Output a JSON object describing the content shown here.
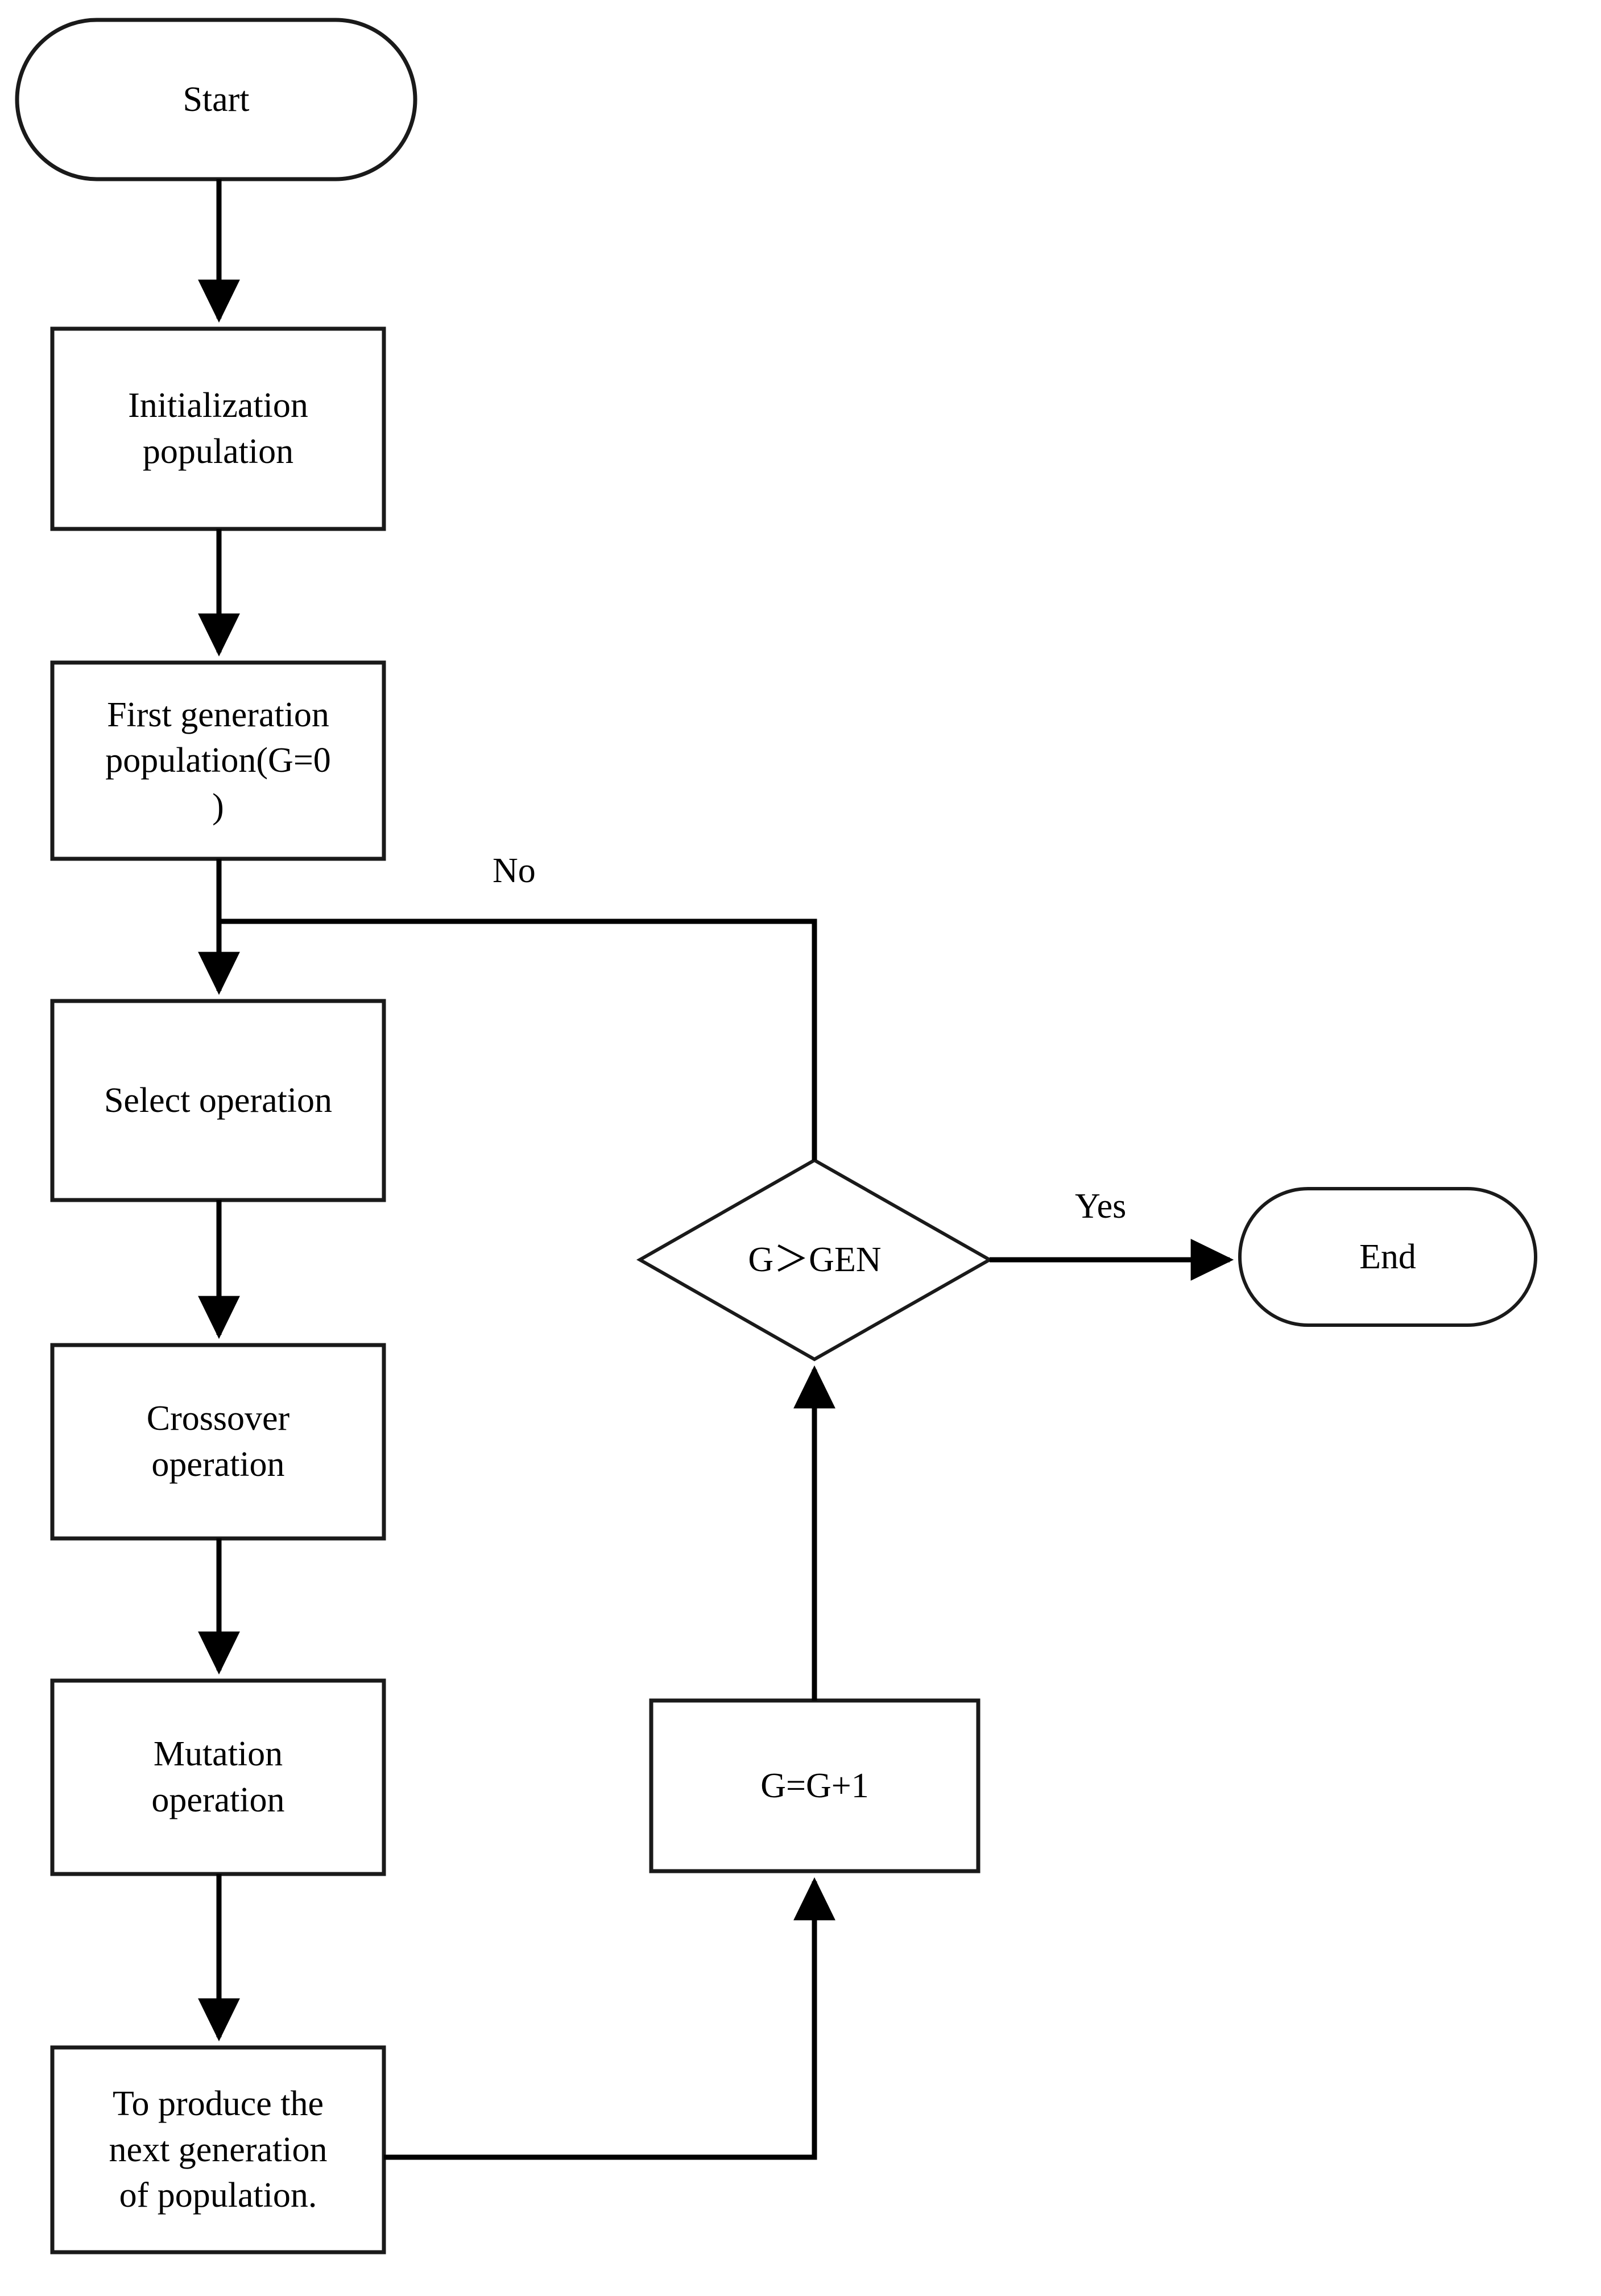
{
  "diagram": {
    "title": "Genetic algorithm flowchart",
    "type": "flowchart",
    "stroke_color": "#1a1a1a",
    "fill_color": "#ffffff",
    "text_color": "#000000",
    "nodes": {
      "start": {
        "label": "Start",
        "shape": "terminator"
      },
      "initialization": {
        "label": "Initialization\npopulation",
        "shape": "process"
      },
      "first_generation": {
        "label": "First generation\npopulation(G=0\n)",
        "shape": "process"
      },
      "select": {
        "label": "Select operation",
        "shape": "process"
      },
      "crossover": {
        "label": "Crossover\noperation",
        "shape": "process"
      },
      "mutation": {
        "label": "Mutation\noperation",
        "shape": "process"
      },
      "produce": {
        "label": "To produce the\nnext generation\nof population.",
        "shape": "process"
      },
      "decision": {
        "label": "G＞GEN",
        "shape": "decision"
      },
      "increment": {
        "label": "G=G+1",
        "shape": "process"
      },
      "end": {
        "label": "End",
        "shape": "terminator"
      }
    },
    "edge_labels": {
      "no": "No",
      "yes": "Yes"
    }
  }
}
